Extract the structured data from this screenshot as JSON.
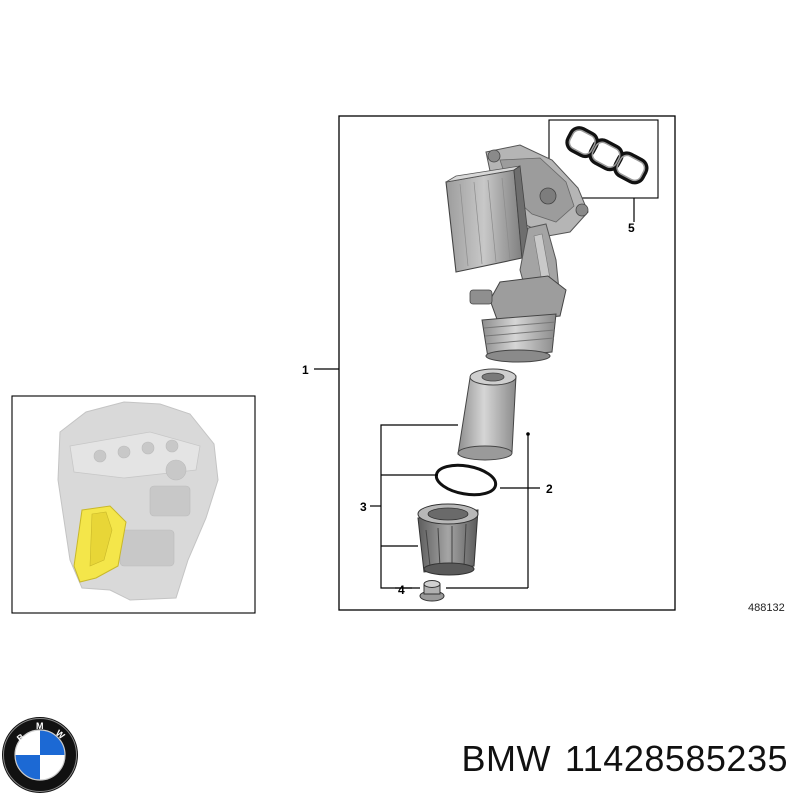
{
  "callouts": [
    {
      "id": "1",
      "label": "1"
    },
    {
      "id": "2",
      "label": "2"
    },
    {
      "id": "3",
      "label": "3"
    },
    {
      "id": "4",
      "label": "4"
    },
    {
      "id": "5",
      "label": "5"
    }
  ],
  "diagram_ref": "488132",
  "footer": {
    "brand": "BMW",
    "part_number": "11428585235"
  },
  "logo": {
    "icon": "bmw-roundel-icon",
    "letters": "BMW",
    "colors": {
      "blue": "#1c69d4",
      "black": "#111111",
      "white": "#ffffff"
    }
  },
  "colors": {
    "part_grey": "#a9a9a9",
    "part_dark": "#6f6f6f",
    "highlight_yellow": "#f4e64a",
    "engine_grey": "#d9d9d9"
  }
}
